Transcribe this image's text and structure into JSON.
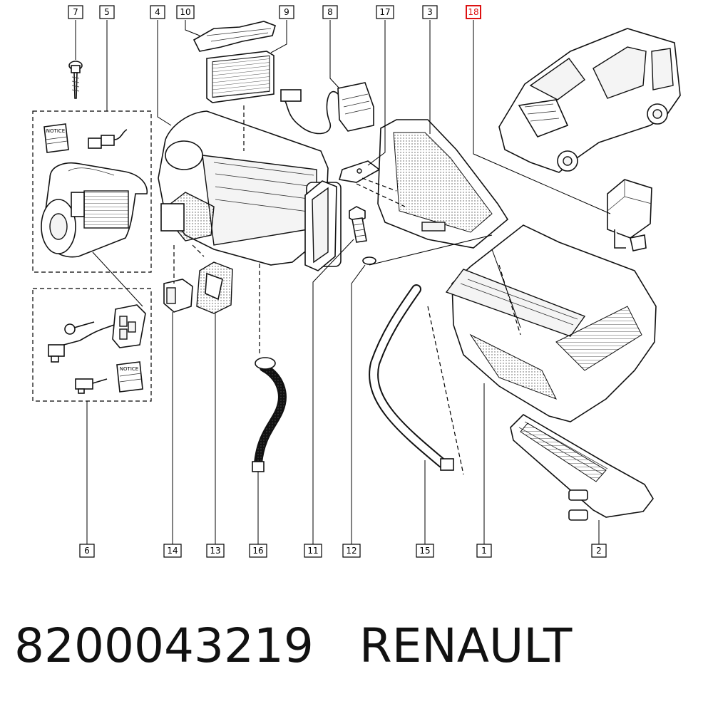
{
  "diagram": {
    "callouts": [
      "7",
      "5",
      "4",
      "10",
      "9",
      "8",
      "17",
      "3",
      "18",
      "6",
      "14",
      "13",
      "16",
      "11",
      "12",
      "15",
      "1",
      "2"
    ],
    "highlighted_callout": "18",
    "highlight_color": "#dd1111"
  },
  "caption": {
    "part_number": "8200043219",
    "brand": "RENAULT"
  }
}
